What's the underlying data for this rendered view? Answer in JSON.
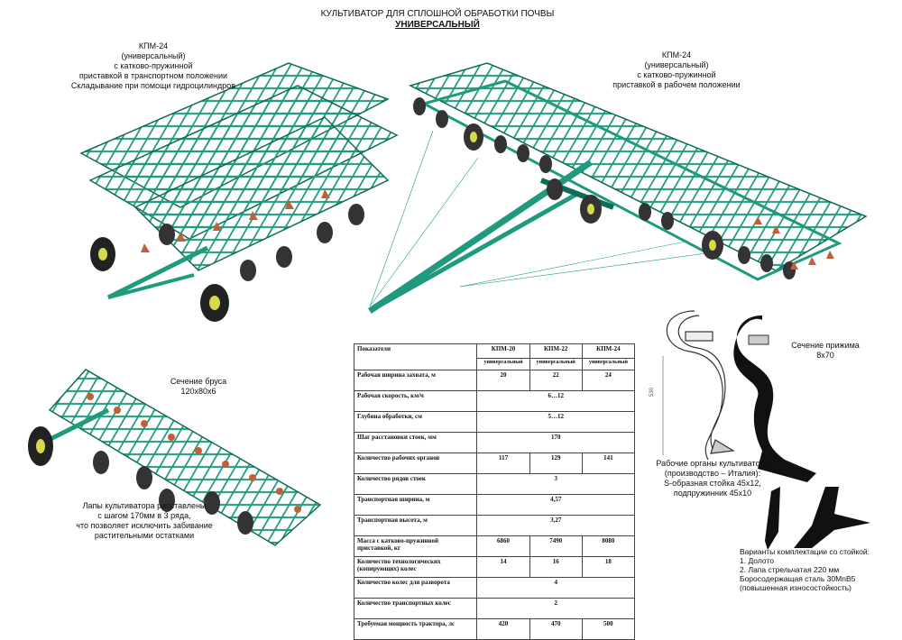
{
  "title": {
    "line1": "КУЛЬТИВАТОР ДЛЯ СПЛОШНОЙ ОБРАБОТКИ ПОЧВЫ",
    "line2": "УНИВЕРСАЛЬНЫЙ"
  },
  "captions": {
    "transport": [
      "КПМ-24",
      "(универсальный)",
      "с катково-пружинной",
      "приставкой в транспортном положении",
      "Складывание при помощи гидроцилиндров"
    ],
    "working": [
      "КПМ-24",
      "(универсальный)",
      "с катково-пружинной",
      "приставкой в рабочем положении"
    ],
    "beam_section": [
      "Сечение бруса",
      "120х80х6"
    ],
    "clamp_section": [
      "Сечение прижима",
      "8х70"
    ],
    "tines": [
      "Лапы культиватора расставлены",
      "с шагом 170мм в 3 ряда,",
      "что позволяет исключить забивание",
      "растительными остатками"
    ],
    "working_bodies": [
      "Рабочие органы культиватора",
      "(производство – Италия):",
      "S-образная стойка 45х12,",
      "подпружинник 45х10"
    ],
    "variants": [
      "Варианты комплектации со стойкой:",
      "1. Долото",
      "2. Лапа стрельчатая 220 мм",
      "Боросодержащая сталь 30MnB5",
      "(повышенная износостойкость)"
    ],
    "dim_label": "530"
  },
  "spec_table": {
    "param_header": "Показатели",
    "models": [
      "КПМ-20",
      "КПМ-22",
      "КПМ-24"
    ],
    "model_type": [
      "универсальный",
      "универсальный",
      "универсальный"
    ],
    "rows": [
      {
        "label": "Рабочая ширина захвата, м",
        "values": [
          "20",
          "22",
          "24"
        ]
      },
      {
        "label": "Рабочая скорость, км/ч",
        "merged": "6…12"
      },
      {
        "label": "Глубина обработки, см",
        "merged": "5…12"
      },
      {
        "label": "Шаг расстановки стоек, мм",
        "merged": "170"
      },
      {
        "label": "Количество рабочих органов",
        "values": [
          "117",
          "129",
          "141"
        ]
      },
      {
        "label": "Количество рядов стоек",
        "merged": "3"
      },
      {
        "label": "Транспортная ширина, м",
        "merged": "4,57"
      },
      {
        "label": "Транспортная высота, м",
        "merged": "3,27"
      },
      {
        "label": "Масса с катково-пружинной приставкой, кг",
        "values": [
          "6860",
          "7490",
          "8080"
        ]
      },
      {
        "label": "Количество технологических (копирующих) колес",
        "values": [
          "14",
          "16",
          "18"
        ]
      },
      {
        "label": "Количество колес для разворота",
        "merged": "4"
      },
      {
        "label": "Количество транспортных колес",
        "merged": "2"
      },
      {
        "label": "Требуемая мощность трактора, лс",
        "values": [
          "420",
          "470",
          "500"
        ]
      }
    ]
  },
  "colors": {
    "frame": "#1f9a7e",
    "frame_dark": "#0e6b55",
    "tine": "#c0603a",
    "wheel": "#222222",
    "hub": "#d7d94a"
  }
}
